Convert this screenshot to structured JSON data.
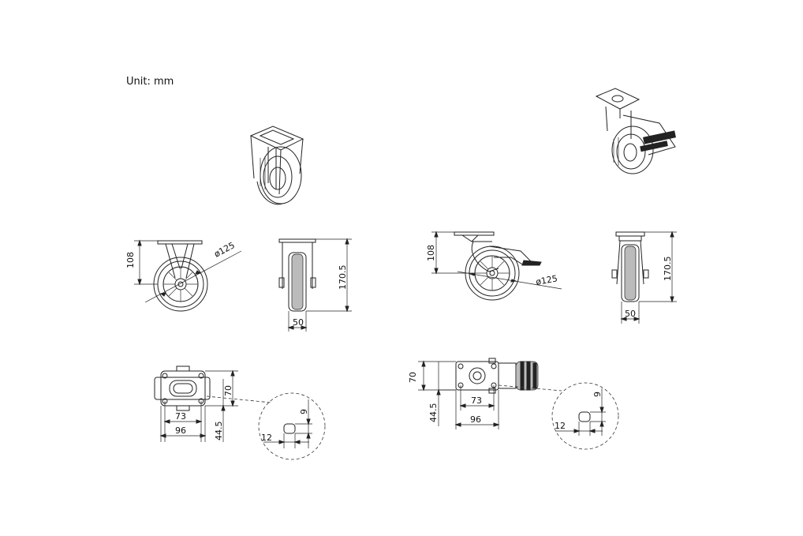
{
  "unit_label": "Unit:  mm",
  "fixed_caster": {
    "side_height": "108",
    "wheel_diameter": "ø125",
    "front_height": "170.5",
    "front_width": "50",
    "plate_depth": "70",
    "hole_spacing": "73",
    "plate_width": "96",
    "offset": "44.5",
    "slot_length": "12",
    "slot_width": "9"
  },
  "swivel_caster": {
    "side_height": "108",
    "wheel_diameter": "ø125",
    "front_height": "170.5",
    "front_width": "50",
    "plate_depth": "70",
    "offset": "44.5",
    "hole_spacing": "73",
    "plate_width": "96",
    "slot_length": "12",
    "slot_width": "9"
  }
}
